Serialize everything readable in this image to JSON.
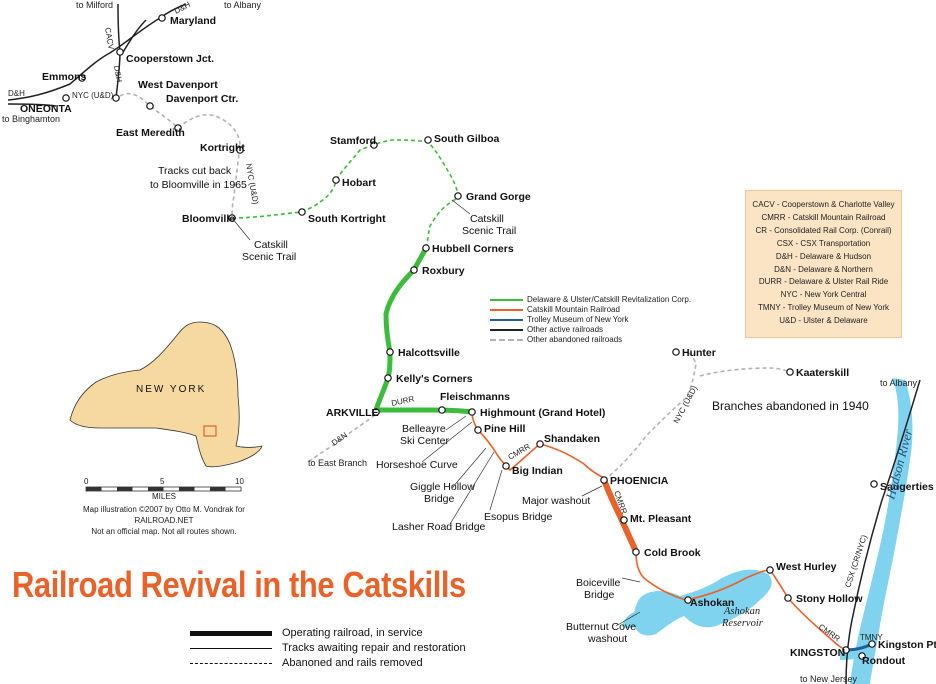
{
  "title": "Railroad Revival in the Catskills",
  "colors": {
    "dulrc_green": "#3dbb3d",
    "cmrr_orange": "#e8622a",
    "trolley_blue": "#1f5fa0",
    "other_active": "#222222",
    "abandoned": "#b3b3b3",
    "water": "#7fd3ee",
    "state_fill": "#f6d9a1"
  },
  "stations": {
    "maryland": "Maryland",
    "cooperstown_jct": "Cooperstown Jct.",
    "emmons": "Emmons",
    "oneonta": "ONEONTA",
    "west_davenport": "West Davenport",
    "davenport_ctr": "Davenport Ctr.",
    "east_meredith": "East Meredith",
    "kortright": "Kortright",
    "bloomville": "Bloomville",
    "south_kortright": "South Kortright",
    "hobart": "Hobart",
    "stamford": "Stamford",
    "south_gilboa": "South Gilboa",
    "grand_gorge": "Grand Gorge",
    "hubbell_corners": "Hubbell Corners",
    "roxbury": "Roxbury",
    "halcottsville": "Halcottsville",
    "kellys_corners": "Kelly's Corners",
    "arkville": "ARKVILLE",
    "fleischmanns": "Fleischmanns",
    "highmount": "Highmount (Grand Hotel)",
    "pine_hill": "Pine Hill",
    "shandaken": "Shandaken",
    "big_indian": "Big Indian",
    "phoenicia": "PHOENICIA",
    "mt_pleasant": "Mt. Pleasant",
    "cold_brook": "Cold Brook",
    "ashokan": "Ashokan",
    "west_hurley": "West Hurley",
    "stony_hollow": "Stony Hollow",
    "kingston": "KINGSTON",
    "kingston_pt": "Kingston Pt.",
    "rondout": "Rondout",
    "saugerties": "Saugerties",
    "hunter": "Hunter",
    "kaaterskill": "Kaaterskill"
  },
  "notes": {
    "to_milford": "to Milford",
    "to_albany_top": "to Albany",
    "to_binghamton": "to Binghamton",
    "to_east_branch": "to East Branch",
    "to_albany_right": "to Albany",
    "to_new_jersey": "to New Jersey",
    "tracks_cut_1": "Tracks cut back",
    "tracks_cut_2": "to Bloomville in 1965",
    "trail_1a": "Catskill",
    "trail_1b": "Scenic Trail",
    "trail_2a": "Catskill",
    "trail_2b": "Scenic Trail",
    "belleayre_1": "Belleayre",
    "belleayre_2": "Ski Center",
    "horseshoe": "Horseshoe Curve",
    "giggle_1": "Giggle Hollow",
    "giggle_2": "Bridge",
    "lasher": "Lasher Road Bridge",
    "esopus": "Esopus Bridge",
    "major_washout": "Major washout",
    "boiceville_1": "Boiceville",
    "boiceville_2": "Bridge",
    "butternut_1": "Butternut Cove",
    "butternut_2": "washout",
    "branches_abandoned": "Branches abandoned in 1940",
    "reservoir_1": "Ashokan",
    "reservoir_2": "Reservoir",
    "hudson_river": "Hudson River"
  },
  "rr_labels": {
    "dh_top": "D&H",
    "cacv": "CACV",
    "dh_mid": "D&H",
    "dh_left": "D&H",
    "nyc_ud": "NYC (U&D)",
    "nyc_ud_2": "NYC (U&D)",
    "durr": "DURR",
    "dn": "D&N",
    "cmrr_1": "CMRR",
    "cmrr_2": "CMRR",
    "nyc_ud_3": "NYC (U&D)",
    "csx": "CSX (CR/NYC)",
    "cmrr_3": "CMRR",
    "tmny": "TMNY"
  },
  "line_key": [
    {
      "label": "Delaware & Ulster/Catskill Revitalization Corp.",
      "color": "#3dbb3d",
      "style": "solid"
    },
    {
      "label": "Catskill Mountain Railroad",
      "color": "#e8622a",
      "style": "solid"
    },
    {
      "label": "Trolley Museum of New York",
      "color": "#1f5fa0",
      "style": "solid"
    },
    {
      "label": "Other active railroads",
      "color": "#222222",
      "style": "solid"
    },
    {
      "label": "Other abandoned railroads",
      "color": "#b3b3b3",
      "style": "dashed"
    }
  ],
  "abbreviations": [
    "CACV - Cooperstown & Charlotte Valley",
    "CMRR - Catskill Mountain Railroad",
    "CR - Consolidated Rail Corp. (Conrail)",
    "CSX - CSX Transportation",
    "D&H - Delaware & Hudson",
    "D&N - Delaware & Northern",
    "DURR - Delaware & Ulster Rail Ride",
    "NYC - New York Central",
    "TMNY - Trolley Museum of New York",
    "U&D - Ulster & Delaware"
  ],
  "status_legend": [
    {
      "label": "Operating railroad, in service",
      "style": "thick"
    },
    {
      "label": "Tracks awaiting repair and restoration",
      "style": "thin"
    },
    {
      "label": "Abanoned and rails removed",
      "style": "dashed"
    }
  ],
  "inset": {
    "state": "NEW YORK",
    "scale_ticks": [
      "0",
      "5",
      "10"
    ],
    "scale_unit": "MILES",
    "credit_1": "Map illustration ©2007 by Otto M. Vondrak for RAILROAD.NET",
    "credit_2": "Not an official map. Not all routes shown."
  }
}
